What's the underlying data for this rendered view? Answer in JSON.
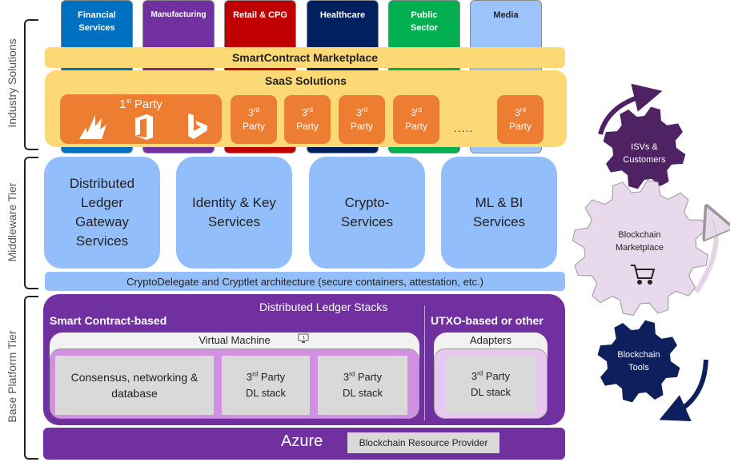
{
  "tiers": {
    "industry": "Industry Solutions",
    "middleware": "Middleware Tier",
    "base": "Base Platform Tier"
  },
  "industries": [
    {
      "label": "Financial Services",
      "color": "#0070c0"
    },
    {
      "label": "Manufacturing",
      "color": "#7030a0"
    },
    {
      "label": "Retail & CPG",
      "color": "#c00000"
    },
    {
      "label": "Healthcare",
      "color": "#002060"
    },
    {
      "label": "Public Sector",
      "color": "#00b050"
    },
    {
      "label": "Media",
      "color": "#9dc3fb"
    }
  ],
  "smartcontract_marketplace": "SmartContract Marketplace",
  "saas": {
    "title": "SaaS Solutions",
    "first_party": {
      "number": "1",
      "suffix": "st",
      "word": "Party",
      "icons": [
        "dynamics-icon",
        "office-icon",
        "bing-icon"
      ]
    },
    "third_party": {
      "number": "3",
      "suffix": "rd",
      "word": "Party",
      "count": 5
    },
    "ellipsis": "....."
  },
  "middleware": {
    "services": [
      "Distributed Ledger Gateway Services",
      "Identity & Key Services",
      "Crypto-Services",
      "ML & BI Services"
    ],
    "crypto_bar": "CryptoDelegate and Cryptlet architecture (secure containers, attestation, etc.)"
  },
  "base": {
    "title": "Distributed Ledger Stacks",
    "smart_contract_label": "Smart Contract-based",
    "utxo_label": "UTXO-based or other",
    "virtual_machine": "Virtual Machine",
    "consensus": "Consensus, networking & database",
    "third_party_stack": {
      "number": "3",
      "suffix": "rd",
      "line1": "Party",
      "line2": "DL stack"
    },
    "adapters": "Adapters",
    "azure": "Azure",
    "resource_provider": "Blockchain Resource Provider"
  },
  "gears": [
    {
      "label": "ISVs & Customers",
      "color": "#4e2263"
    },
    {
      "label": "Blockchain Marketplace",
      "color": "#e9d9ec"
    },
    {
      "label": "Blockchain Tools",
      "color": "#0d1f5c"
    }
  ]
}
